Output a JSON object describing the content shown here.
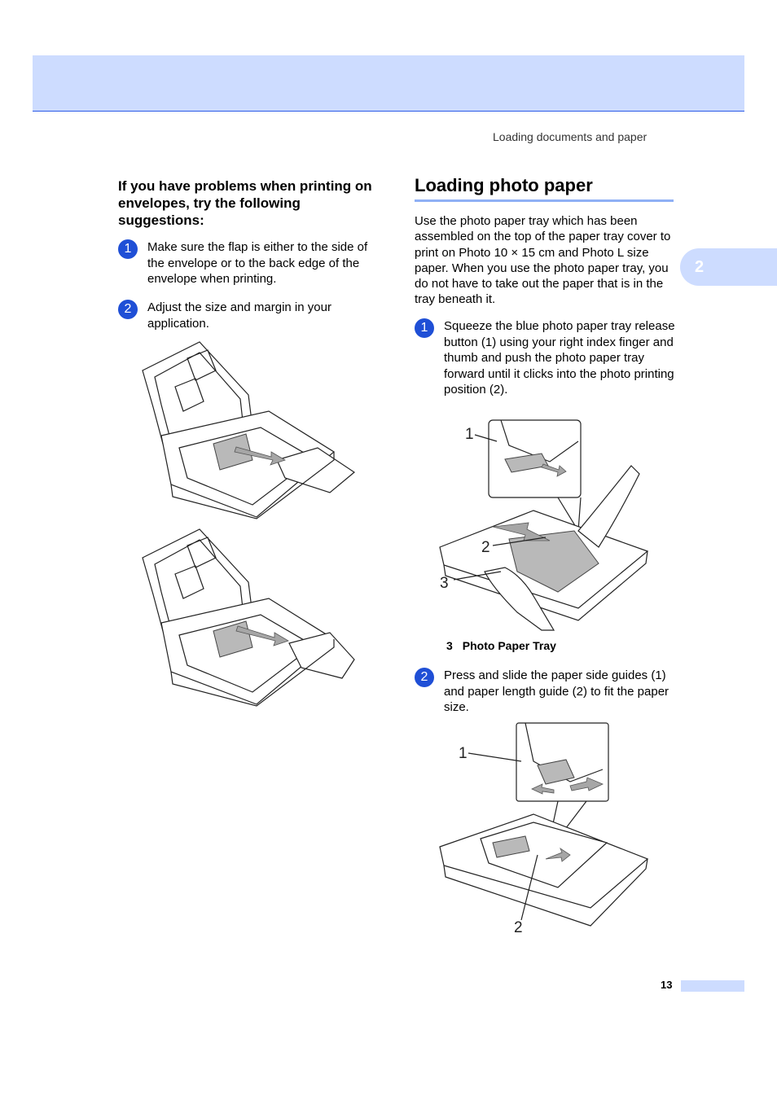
{
  "header": {
    "running_head": "Loading documents and paper"
  },
  "chapter_tab": {
    "label": "2"
  },
  "left": {
    "heading": "If you have problems when printing on envelopes, try the following suggestions:",
    "steps": [
      {
        "num": "1",
        "text": "Make sure the flap is either to the side of the envelope or to the back edge of the envelope when printing."
      },
      {
        "num": "2",
        "text": "Adjust the size and margin in your application."
      }
    ]
  },
  "right": {
    "title": "Loading photo paper",
    "intro": "Use the photo paper tray which has been assembled on the top of the paper tray cover to print on Photo 10 × 15 cm and Photo L size paper. When you use the photo paper tray, you do not have to take out the paper that is in the tray beneath it.",
    "steps": [
      {
        "num": "1",
        "text": "Squeeze the blue photo paper tray release button (1) using your right index finger and thumb and push the photo paper tray forward until it clicks into the photo printing position (2)."
      },
      {
        "num": "2",
        "text": "Press and slide the paper side guides (1) and paper length guide (2) to fit the paper size."
      }
    ],
    "figure1": {
      "callouts": [
        "1",
        "2",
        "3"
      ],
      "caption_num": "3",
      "caption_text": "Photo Paper Tray"
    },
    "figure2": {
      "callouts": [
        "1",
        "2"
      ]
    }
  },
  "footer": {
    "page_number": "13"
  },
  "colors": {
    "accent": "#1f4fd6",
    "band": "#cddcff",
    "rule": "#8fb0f5"
  }
}
